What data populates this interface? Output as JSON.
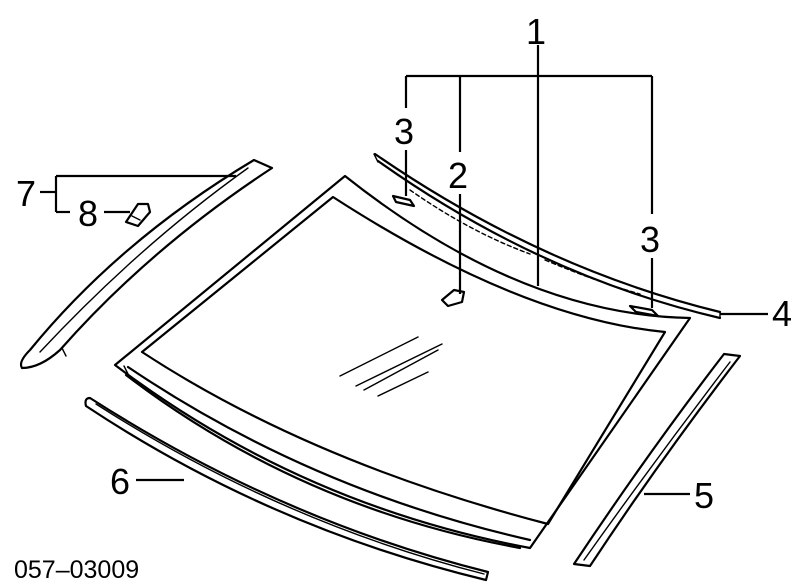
{
  "callouts": {
    "c1": "1",
    "c2": "2",
    "c3a": "3",
    "c3b": "3",
    "c4": "4",
    "c5": "5",
    "c6": "6",
    "c7": "7",
    "c8": "8"
  },
  "diagram_code": "057–03009"
}
